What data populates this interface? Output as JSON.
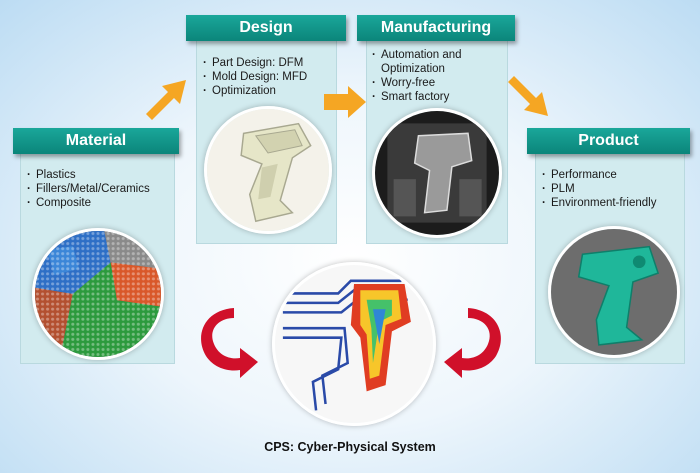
{
  "steps": [
    {
      "key": "material",
      "title": "Material",
      "bullets": [
        "Plastics",
        "Fillers/Metal/Ceramics",
        "Composite"
      ]
    },
    {
      "key": "design",
      "title": "Design",
      "bullets": [
        "Part Design: DFM",
        "Mold Design: MFD",
        "Optimization"
      ]
    },
    {
      "key": "manufacturing",
      "title": "Manufacturing",
      "bullets": [
        "Automation and Optimization",
        "Worry-free",
        "Smart factory"
      ]
    },
    {
      "key": "product",
      "title": "Product",
      "bullets": [
        "Performance",
        "PLM",
        "Environment-friendly"
      ]
    }
  ],
  "caption": "CPS: Cyber-Physical System",
  "colors": {
    "header": "#0f9487",
    "panel": "#d2ebef",
    "arrow": "#f5a623",
    "cycle_arrow": "#d0102a"
  },
  "icons": {
    "flow_arrow": "arrow-right-icon",
    "cycle": "curved-arrow-icon"
  }
}
